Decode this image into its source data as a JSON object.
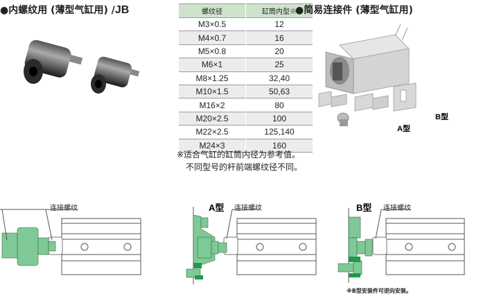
{
  "left_title": {
    "text": "●内螺纹用 (薄型气缸用) /",
    "suffix": "JB"
  },
  "right_title": "●简易连接件 (薄型气缸用)",
  "table": {
    "headers": [
      "螺纹径",
      "缸筒内型※"
    ],
    "rows": [
      [
        "M3×0.5",
        "12"
      ],
      [
        "M4×0.7",
        "16"
      ],
      [
        "M5×0.8",
        "20"
      ],
      [
        "M6×1",
        "25"
      ],
      [
        "M8×1.25",
        "32,40"
      ],
      [
        "M10×1.5",
        "50,63"
      ],
      [
        "M16×2",
        "80"
      ],
      [
        "M20×2.5",
        "100"
      ],
      [
        "M22×2.5",
        "125,140"
      ],
      [
        "M24×3",
        "160"
      ]
    ]
  },
  "notes": [
    "※适合气缸的缸筒内径为参考值。",
    "不同型号的杆前端螺纹径不同。"
  ],
  "photo_labels": {
    "a": "A型",
    "b": "B型"
  },
  "diagrams": [
    {
      "thread_label": "连接螺纹"
    },
    {
      "type_label": "A型",
      "thread_label": "连接螺纹"
    },
    {
      "type_label": "B型",
      "thread_label": "连接螺纹",
      "note": "※B型安装件可逆向安装。"
    }
  ],
  "colors": {
    "green": "#7fc997",
    "dark_green": "#1f9a4a",
    "header_bg": "#cfe3cc"
  }
}
